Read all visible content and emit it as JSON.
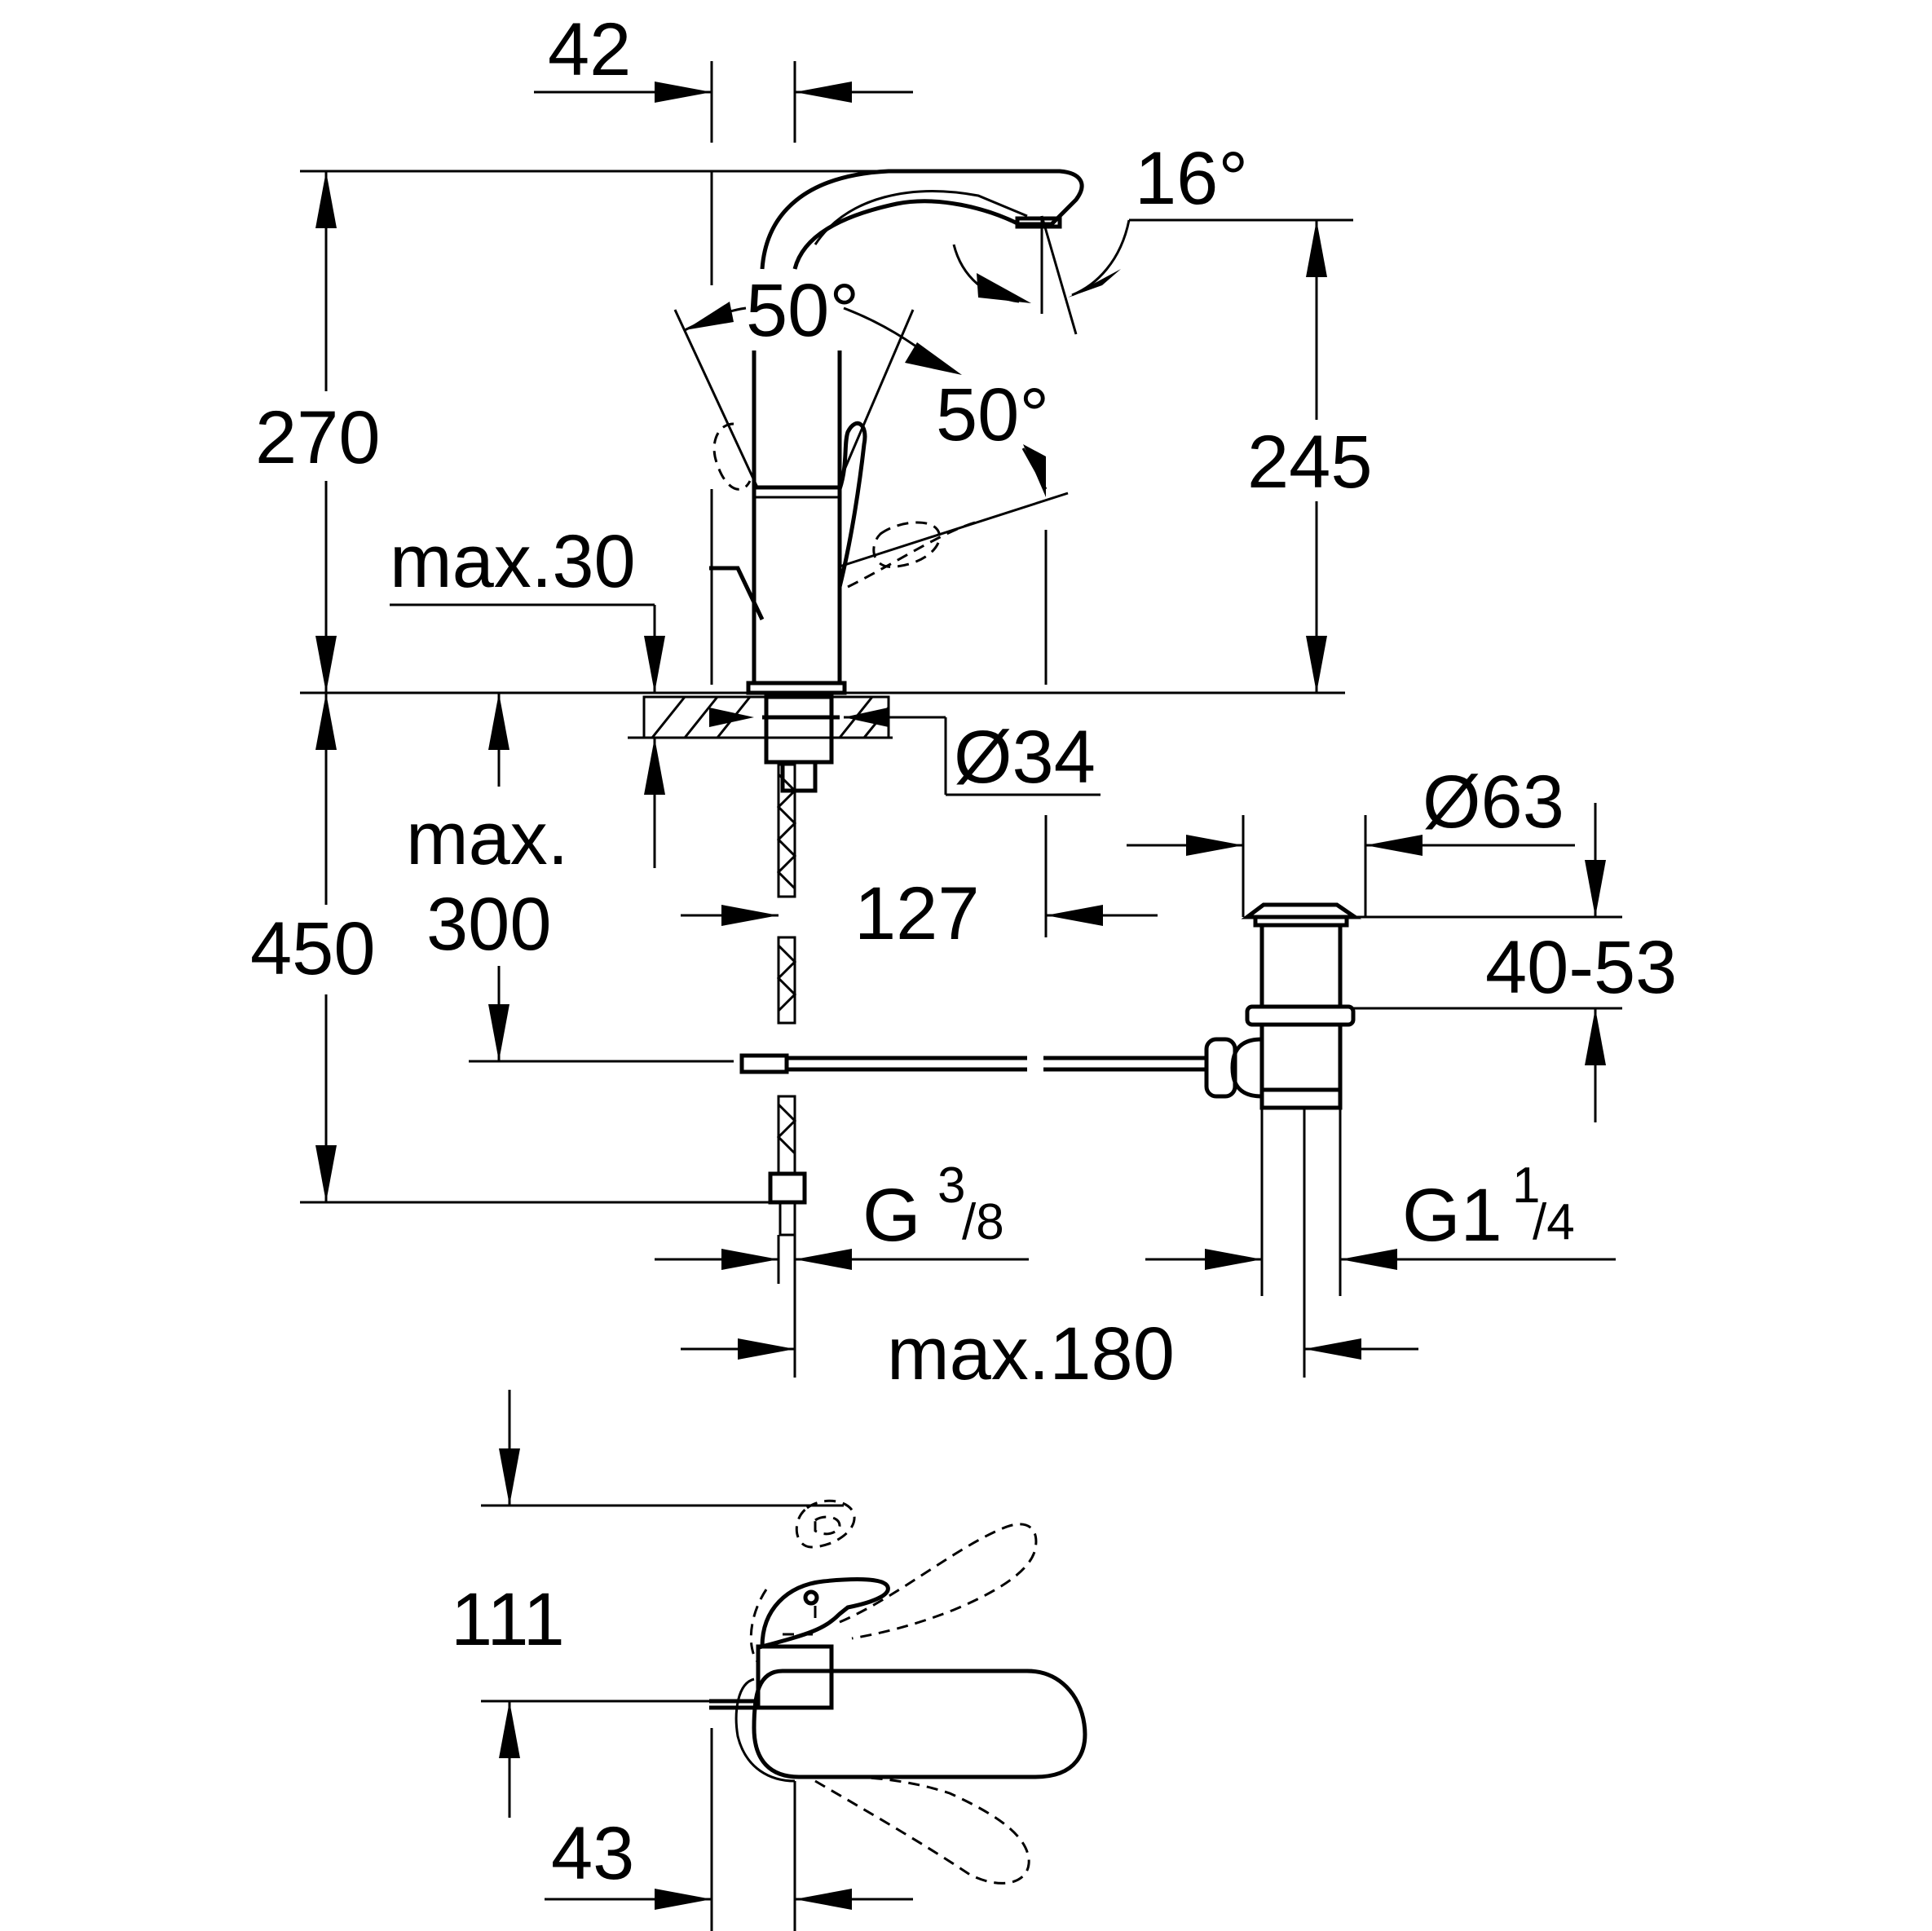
{
  "diagram": {
    "labels": {
      "d42": "42",
      "a16": "16°",
      "a50_left": "50°",
      "a50_right": "50°",
      "d270": "270",
      "d245": "245",
      "max30": "max.30",
      "dia34": "Ø34",
      "dia63": "Ø63",
      "max300_line1": "max.",
      "max300_line2": "300",
      "d127": "127",
      "d450": "450",
      "d40_53": "40-53",
      "g38_main": "G",
      "g38_num": "3",
      "g38_den": "/8",
      "g114_main": "G1",
      "g114_num": "1",
      "g114_den": "/4",
      "max180": "max.180",
      "d111": "111",
      "d43": "43"
    }
  }
}
